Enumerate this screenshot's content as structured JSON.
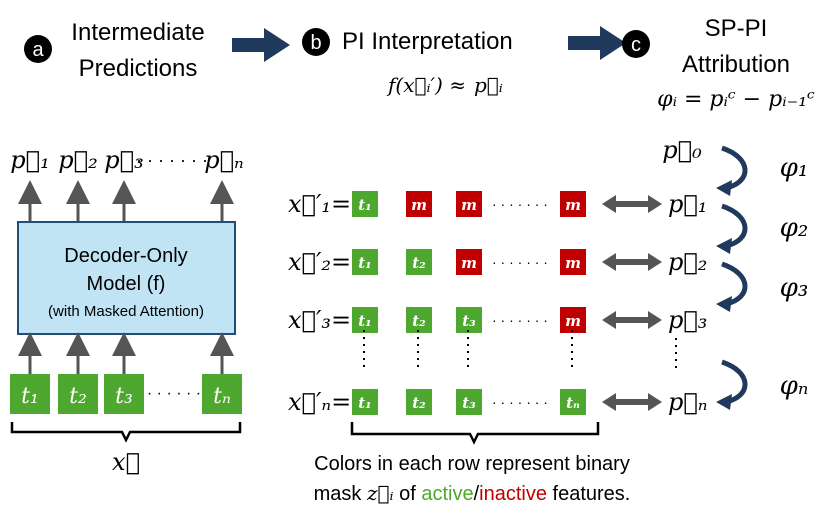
{
  "steps": [
    {
      "badge": "a",
      "line1": "Intermediate",
      "line2": "Predictions"
    },
    {
      "badge": "b",
      "line1": "PI Interpretation",
      "formula_lhs": "f(x⃗ᵢ′) ≈",
      "formula_rhs": "p⃗ᵢ"
    },
    {
      "badge": "c",
      "line1": "SP-PI",
      "line2": "Attribution",
      "formula": "φᵢ = pᵢᶜ − pᵢ₋₁ᶜ"
    }
  ],
  "model": {
    "outputs": [
      "p⃗₁",
      "p⃗₂",
      "p⃗₃",
      "p⃗ₙ"
    ],
    "outputs_dots": "· · · · · · ·",
    "box_line1": "Decoder-Only",
    "box_line2": "Model (f)",
    "box_line3": "(with Masked Attention)",
    "inputs": [
      "t₁",
      "t₂",
      "t₃",
      "tₙ"
    ],
    "inputs_dots": "· · · · · ·",
    "input_vector": "x⃗"
  },
  "rows": [
    {
      "label": "x⃗′₁=",
      "cells": [
        "t₁",
        "m",
        "m",
        "m"
      ],
      "active": [
        true,
        false,
        false,
        false
      ],
      "p": "p⃗₁"
    },
    {
      "label": "x⃗′₂=",
      "cells": [
        "t₁",
        "t₂",
        "m",
        "m"
      ],
      "active": [
        true,
        true,
        false,
        false
      ],
      "p": "p⃗₂"
    },
    {
      "label": "x⃗′₃=",
      "cells": [
        "t₁",
        "t₂",
        "t₃",
        "m"
      ],
      "active": [
        true,
        true,
        true,
        false
      ],
      "p": "p⃗₃"
    },
    {
      "label": "x⃗′ₙ=",
      "cells": [
        "t₁",
        "t₂",
        "t₃",
        "tₙ"
      ],
      "active": [
        true,
        true,
        true,
        true
      ],
      "p": "p⃗ₙ"
    }
  ],
  "row_dots": "· · · · · · ·",
  "p0": "p⃗₀",
  "attributions": [
    "φ₁",
    "φ₂",
    "φ₃",
    "φₙ"
  ],
  "caption": {
    "line1": "Colors in each row represent binary",
    "line2_prefix": "mask ",
    "line2_var": "z⃗ᵢ",
    "line2_of": " of ",
    "active": "active",
    "slash": "/",
    "inactive": "inactive",
    "suffix": " features."
  },
  "colors": {
    "active": "#4ea72e",
    "inactive": "#c00000",
    "model_box": "#c1e4f5",
    "model_border": "#1f4e79",
    "arrow_dark": "#1f3a5c",
    "caption_active": "#4ea72e",
    "caption_inactive": "#c00000"
  }
}
